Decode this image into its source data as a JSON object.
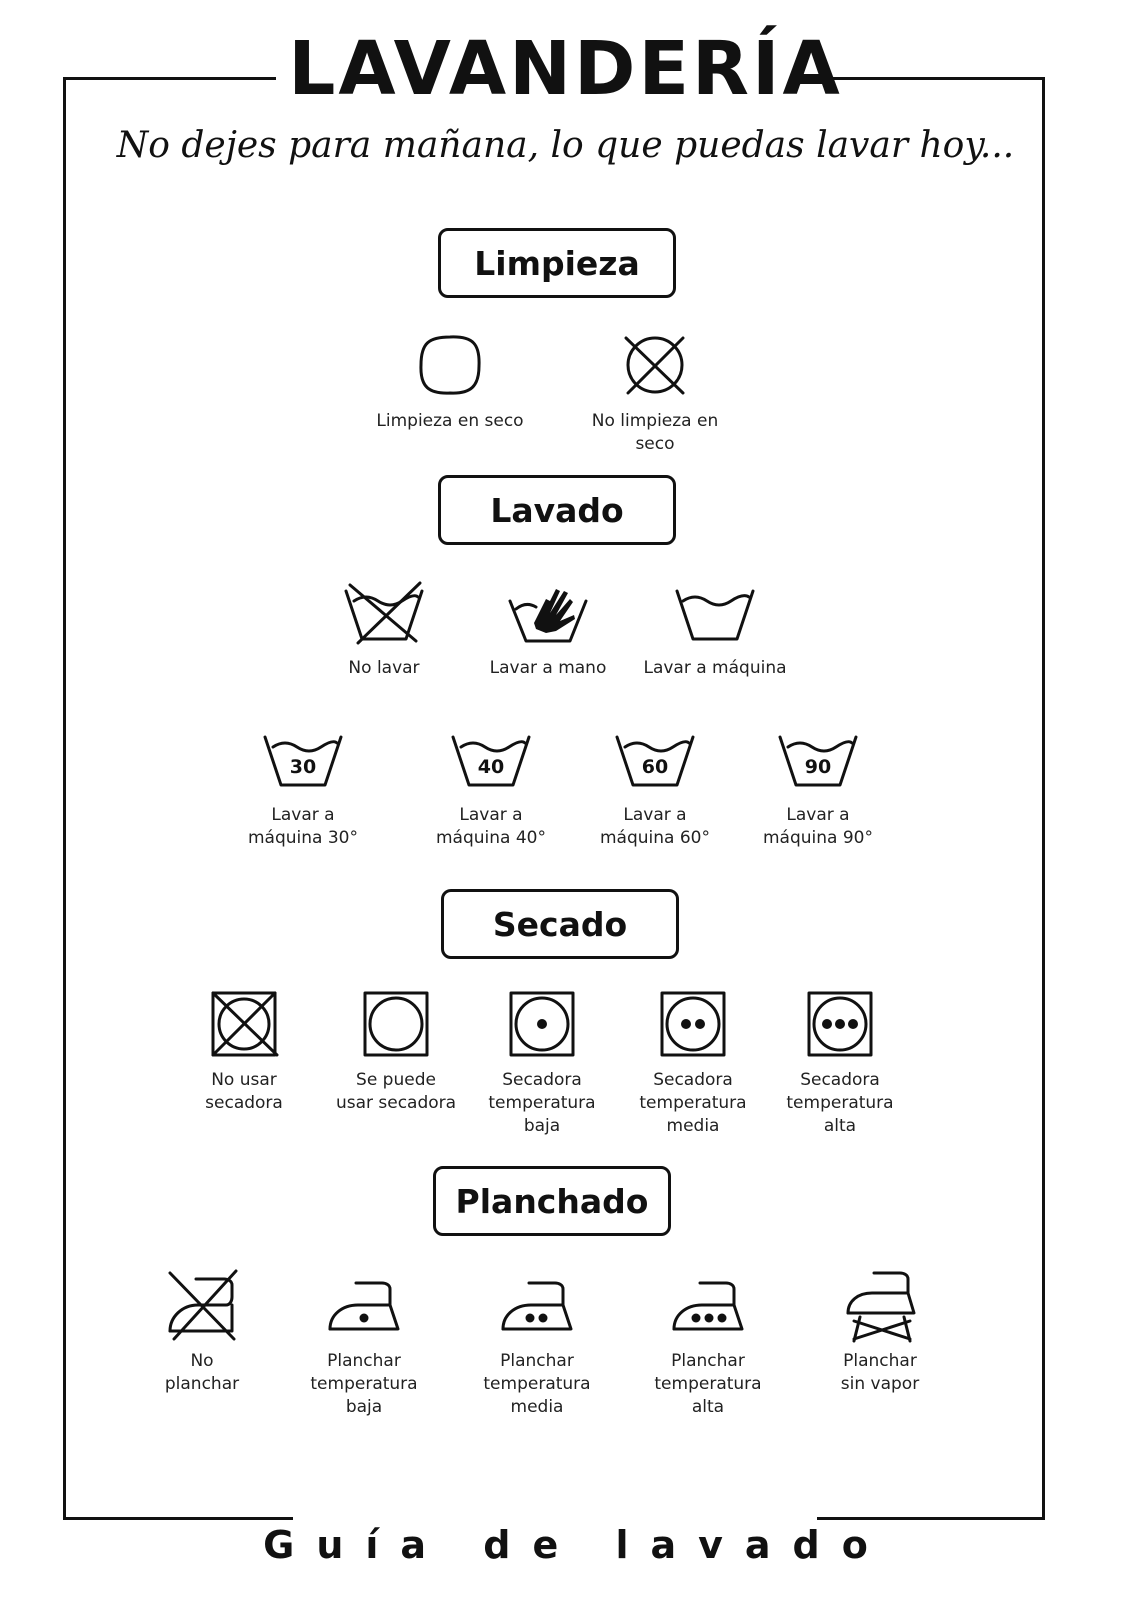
{
  "header": {
    "title": "LAVANDERÍA",
    "subtitle": "No dejes para mañana, lo que puedas lavar hoy..."
  },
  "footer": {
    "text": "Guía de lavado"
  },
  "sections": {
    "limpieza": {
      "title": "Limpieza",
      "items": [
        {
          "label": "Limpieza en seco",
          "icon": "dry-clean-icon"
        },
        {
          "label": "No limpieza en seco",
          "icon": "no-dry-clean-icon"
        }
      ]
    },
    "lavado": {
      "title": "Lavado",
      "items": [
        {
          "label": "No lavar",
          "icon": "no-wash-icon"
        },
        {
          "label": "Lavar a mano",
          "icon": "hand-wash-icon"
        },
        {
          "label": "Lavar a máquina",
          "icon": "machine-wash-icon"
        }
      ],
      "temps": [
        {
          "number": "30",
          "label_line1": "Lavar a",
          "label_line2": "máquina 30°",
          "icon": "wash-30-icon"
        },
        {
          "number": "40",
          "label_line1": "Lavar a",
          "label_line2": "máquina 40°",
          "icon": "wash-40-icon"
        },
        {
          "number": "60",
          "label_line1": "Lavar a",
          "label_line2": "máquina 60°",
          "icon": "wash-60-icon"
        },
        {
          "number": "90",
          "label_line1": "Lavar a",
          "label_line2": "máquina 90°",
          "icon": "wash-90-icon"
        }
      ]
    },
    "secado": {
      "title": "Secado",
      "items": [
        {
          "lines": [
            "No usar",
            "secadora"
          ],
          "icon": "no-tumble-dry-icon"
        },
        {
          "lines": [
            "Se puede",
            "usar secadora"
          ],
          "icon": "tumble-dry-icon"
        },
        {
          "lines": [
            "Secadora",
            "temperatura",
            "baja"
          ],
          "icon": "tumble-dry-low-icon"
        },
        {
          "lines": [
            "Secadora",
            "temperatura",
            "media"
          ],
          "icon": "tumble-dry-medium-icon"
        },
        {
          "lines": [
            "Secadora",
            "temperatura",
            "alta"
          ],
          "icon": "tumble-dry-high-icon"
        }
      ]
    },
    "planchado": {
      "title": "Planchado",
      "items": [
        {
          "lines": [
            "No",
            "planchar"
          ],
          "icon": "no-iron-icon"
        },
        {
          "lines": [
            "Planchar",
            "temperatura",
            "baja"
          ],
          "icon": "iron-low-icon"
        },
        {
          "lines": [
            "Planchar",
            "temperatura",
            "media"
          ],
          "icon": "iron-medium-icon"
        },
        {
          "lines": [
            "Planchar",
            "temperatura",
            "alta"
          ],
          "icon": "iron-high-icon"
        },
        {
          "lines": [
            "Planchar",
            "sin vapor"
          ],
          "icon": "iron-no-steam-icon"
        }
      ]
    }
  }
}
